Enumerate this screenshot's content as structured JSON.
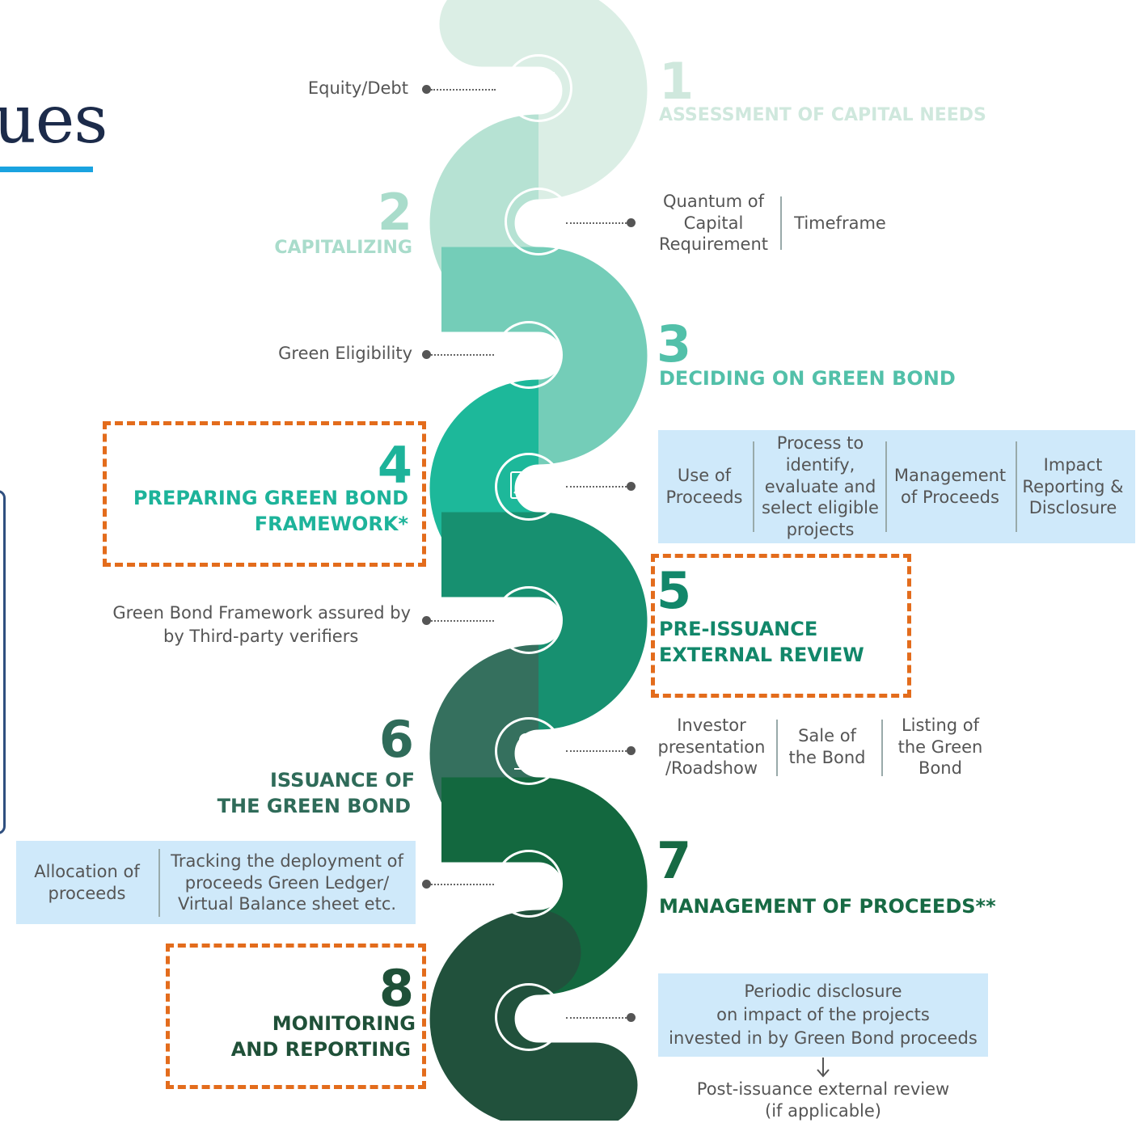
{
  "partial_title": "ues",
  "steps": [
    {
      "num": "1",
      "title": "ASSESSMENT OF CAPITAL NEEDS",
      "color": "#dbeee5",
      "text_color": "#cfe8dd"
    },
    {
      "num": "2",
      "title": "CAPITALIZING",
      "color": "#b6e2d3",
      "text_color": "#a9dccb"
    },
    {
      "num": "3",
      "title": "DECIDING ON GREEN BOND",
      "color": "#74cdb8",
      "text_color": "#52c0a9"
    },
    {
      "num": "4",
      "title_lines": [
        "PREPARING GREEN BOND",
        "FRAMEWORK*"
      ],
      "color": "#1db89a",
      "text_color": "#1db39a"
    },
    {
      "num": "5",
      "title_lines": [
        "PRE-ISSUANCE",
        "EXTERNAL REVIEW"
      ],
      "color": "#179070",
      "text_color": "#12876a"
    },
    {
      "num": "6",
      "title_lines": [
        "ISSUANCE OF",
        "THE GREEN BOND"
      ],
      "color": "#35705e",
      "text_color": "#2f6b59"
    },
    {
      "num": "7",
      "title": "MANAGEMENT OF PROCEEDS**",
      "color": "#13683f",
      "text_color": "#176a44"
    },
    {
      "num": "8",
      "title_lines": [
        "MONITORING",
        "AND REPORTING"
      ],
      "color": "#21513c",
      "text_color": "#1f5038"
    }
  ],
  "annotations": {
    "equity_debt": "Equity/Debt",
    "capital_cells": [
      "Quantum of Capital Requirement",
      "Timeframe"
    ],
    "green_eligibility": "Green Eligibility",
    "framework_cells": [
      "Use of Proceeds",
      "Process to identify, evaluate and select eligible projects",
      "Management of Proceeds",
      "Impact Reporting & Disclosure"
    ],
    "third_party": [
      "Green Bond Framework assured by",
      "by Third-party verifiers"
    ],
    "issuance_cells": [
      "Investor presentation /Roadshow",
      "Sale of the Bond",
      "Listing of the Green Bond"
    ],
    "proceeds_cells": [
      "Allocation of proceeds",
      "Tracking the deployment of proceeds Green Ledger/ Virtual Balance sheet etc."
    ],
    "disclosure_lines": [
      "Periodic disclosure",
      "on impact of the projects",
      "invested in by Green Bond proceeds"
    ],
    "post_issuance": [
      "Post-issuance external review",
      "(if applicable)"
    ]
  },
  "icons": [
    "presentation-icon",
    "coins-hand-icon",
    "handshake-check-icon",
    "chart-screen-icon",
    "certificate-icon",
    "money-plant-icon",
    "gear-dollar-house-icon",
    "magnifier-dollar-icon"
  ],
  "colors": {
    "dashed_highlight": "#e36c1c",
    "info_box": "#cfe9fa",
    "title_underline": "#1aa3e0"
  }
}
